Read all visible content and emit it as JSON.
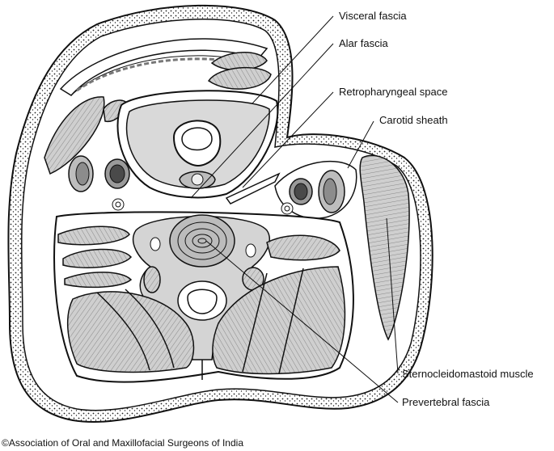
{
  "labels": {
    "visceral_fascia": "Visceral fascia",
    "alar_fascia": "Alar fascia",
    "retropharyngeal_space": "Retropharyngeal space",
    "carotid_sheath": "Carotid sheath",
    "sternocleidomastoid_muscle": "Sternocleidomastoid muscle",
    "prevertebral_fascia": "Prevertebral fascia"
  },
  "copyright": "©Association of Oral and Maxillofacial Surgeons of India",
  "colors": {
    "outline": "#111111",
    "muscle_fill": "#c8c8c8",
    "light_fill": "#e2e2e2",
    "dark_fill": "#5a5a5a",
    "white": "#ffffff"
  }
}
